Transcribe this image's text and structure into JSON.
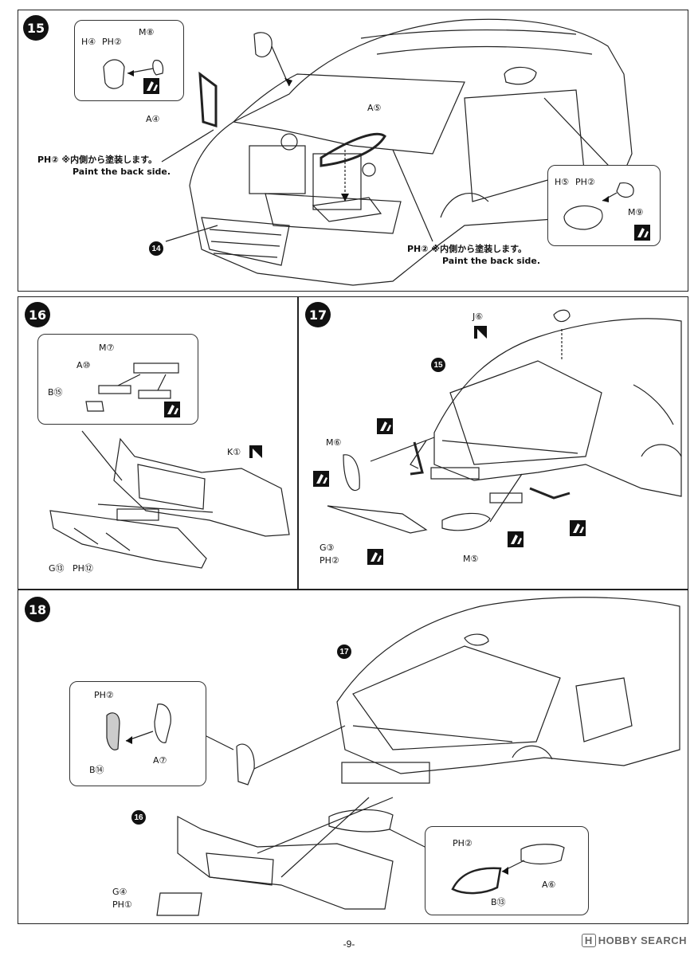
{
  "page_number": "-9-",
  "watermark": "HOBBY SEARCH",
  "step15": {
    "number": "15",
    "inset_left": {
      "h_label": "H④",
      "ph_label": "PH②",
      "m_label": "M⑧"
    },
    "a4_label": "A④",
    "a5_label": "A⑤",
    "ref14": "14",
    "note_left": {
      "jp": "PH② ※内側から塗装します。",
      "en": "Paint the back side."
    },
    "note_right": {
      "jp": "PH② ※内側から塗装します。",
      "en": "Paint the back side."
    },
    "inset_right": {
      "h_label": "H⑤",
      "ph_label": "PH②",
      "m_label": "M⑨"
    }
  },
  "step16": {
    "number": "16",
    "inset": {
      "m_label": "M⑦",
      "a_label": "A⑩",
      "b_label": "B⑮"
    },
    "k_label": "K①",
    "g_label": "G⑬",
    "ph_label": "PH⑫"
  },
  "step17": {
    "number": "17",
    "j_label": "J⑥",
    "ref15": "15",
    "m6_label": "M⑥",
    "g3_label": "G③",
    "ph_label": "PH②",
    "m5_label": "M⑤"
  },
  "step18": {
    "number": "18",
    "ref17": "17",
    "ref16": "16",
    "inset_left": {
      "ph_label": "PH②",
      "b_label": "B⑭",
      "a_label": "A⑦"
    },
    "g4_label": "G④",
    "ph1_label": "PH①",
    "inset_right": {
      "ph_label": "PH②",
      "b_label": "B⑬",
      "a_label": "A⑥"
    }
  }
}
